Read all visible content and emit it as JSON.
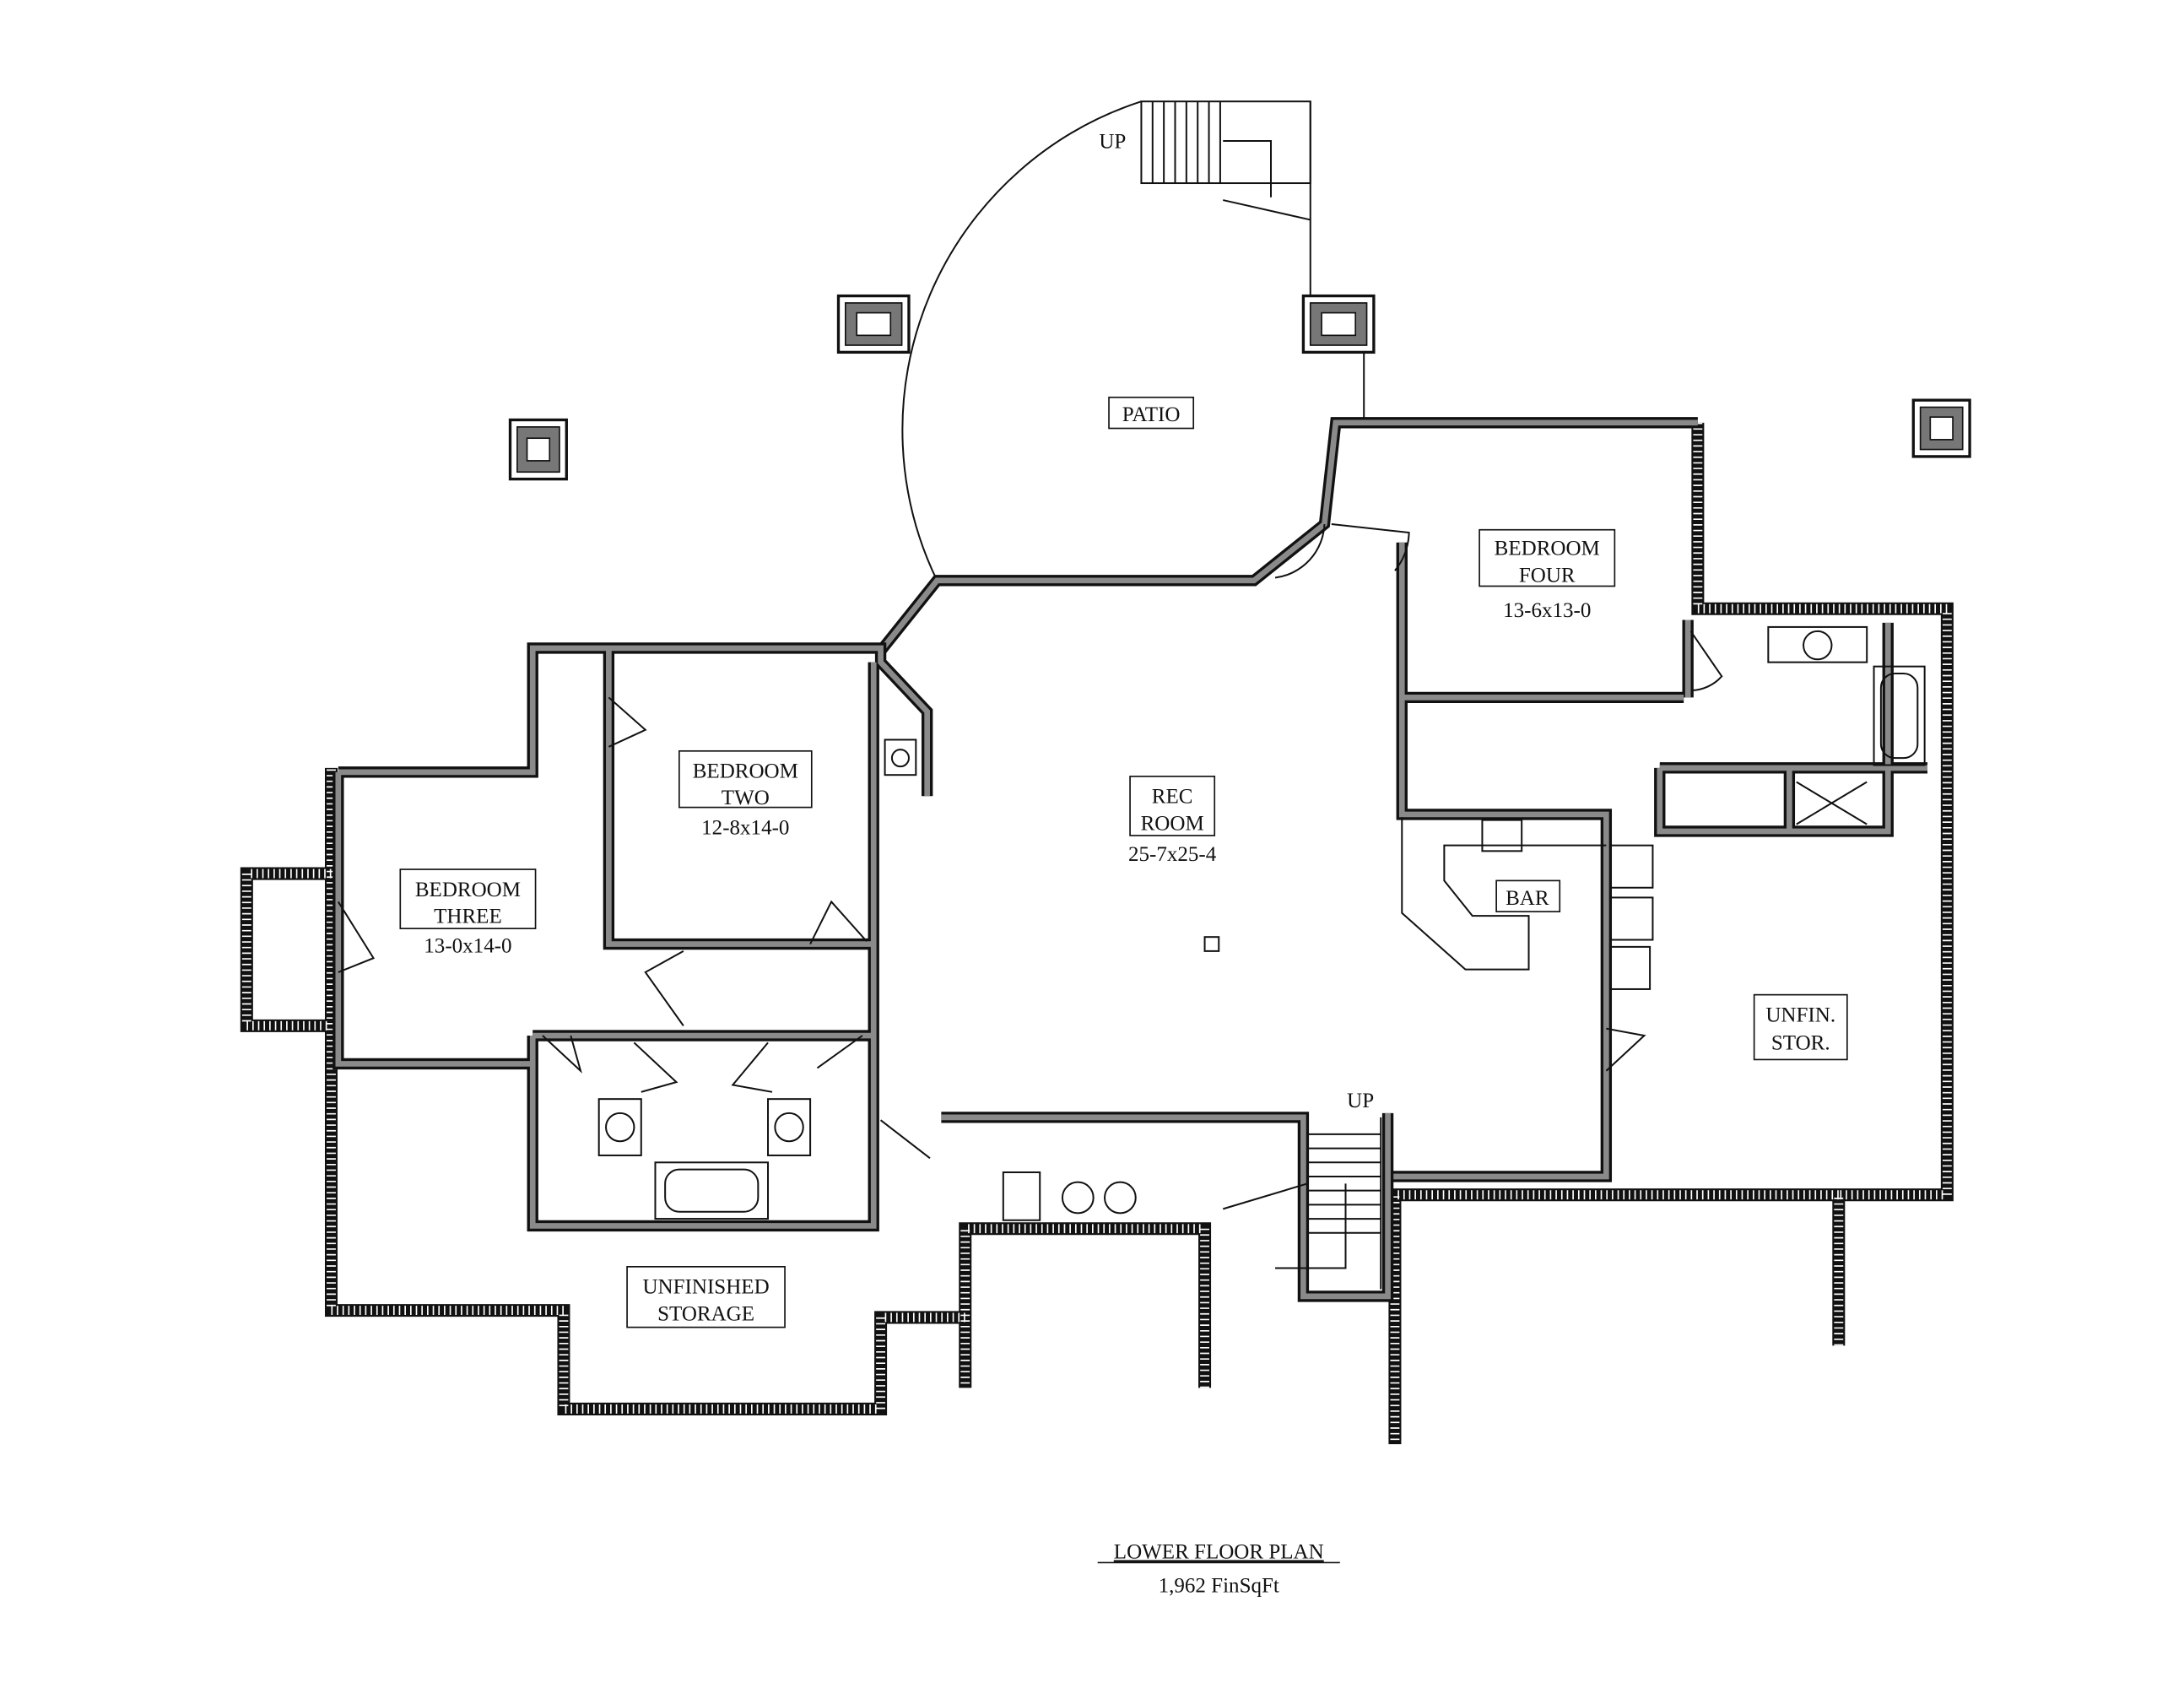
{
  "title": "LOWER FLOOR PLAN",
  "subtitle": "1,962 FinSqFt",
  "rooms": {
    "patio": {
      "line1": "PATIO"
    },
    "bedroom_four": {
      "line1": "BEDROOM",
      "line2": "FOUR",
      "dims": "13-6x13-0"
    },
    "bedroom_two": {
      "line1": "BEDROOM",
      "line2": "TWO",
      "dims": "12-8x14-0"
    },
    "bedroom_three": {
      "line1": "BEDROOM",
      "line2": "THREE",
      "dims": "13-0x14-0"
    },
    "rec_room": {
      "line1": "REC",
      "line2": "ROOM",
      "dims": "25-7x25-4"
    },
    "bar": {
      "line1": "BAR"
    },
    "unfin_stor": {
      "line1": "UNFIN.",
      "line2": "STOR."
    },
    "unfinished_storage": {
      "line1": "UNFINISHED",
      "line2": "STORAGE"
    }
  },
  "stairs": {
    "patio_up": "UP",
    "interior_up": "UP"
  }
}
